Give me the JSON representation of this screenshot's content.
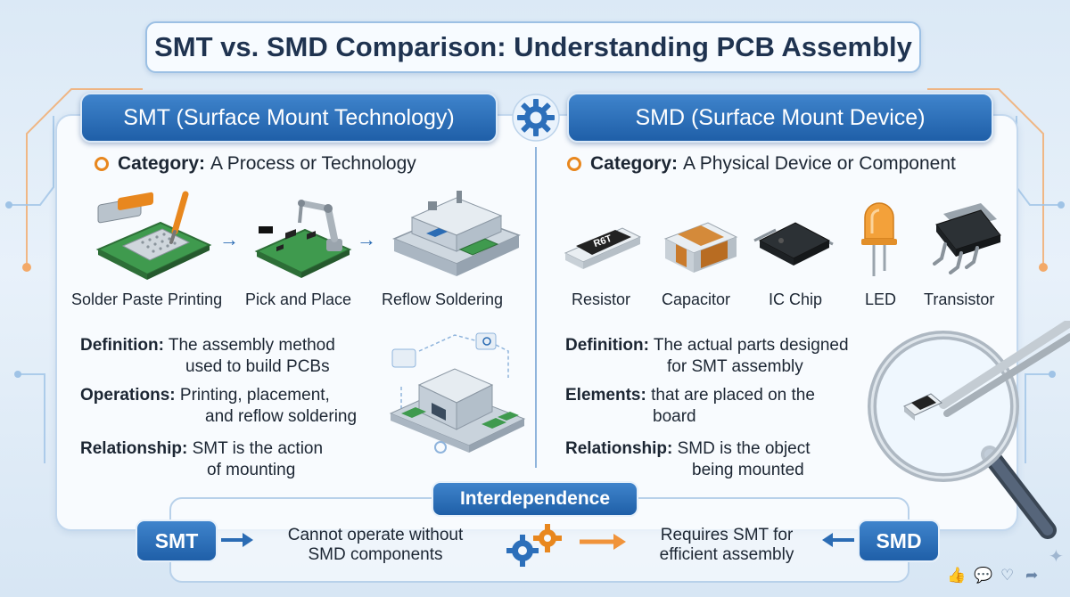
{
  "title": "SMT vs. SMD Comparison: Understanding PCB Assembly",
  "smt": {
    "header": "SMT (Surface Mount Technology)",
    "category_label": "Category:",
    "category_value": "A Process or Technology",
    "steps": [
      "Solder Paste Printing",
      "Pick and Place",
      "Reflow Soldering"
    ],
    "definition_label": "Definition:",
    "definition_line1": "The assembly method",
    "definition_line2": "used to build PCBs",
    "operations_label": "Operations:",
    "operations_line1": "Printing, placement,",
    "operations_line2": "and reflow soldering",
    "relationship_label": "Relationship:",
    "relationship_line1": "SMT is the action",
    "relationship_line2": "of mounting"
  },
  "smd": {
    "header": "SMD (Surface Mount Device)",
    "category_label": "Category:",
    "category_value": "A Physical Device or Component",
    "components": [
      "Resistor",
      "Capacitor",
      "IC Chip",
      "LED",
      "Transistor"
    ],
    "resistor_marking": "R6T",
    "definition_label": "Definition:",
    "definition_line1": "The actual parts designed",
    "definition_line2": "for SMT assembly",
    "elements_label": "Elements:",
    "elements_line1": "that are placed on the",
    "elements_line2": "board",
    "relationship_label": "Relationship:",
    "relationship_line1": "SMD is the object",
    "relationship_line2": "being mounted"
  },
  "interdependence": {
    "label": "Interdependence",
    "left_tag": "SMT",
    "right_tag": "SMD",
    "left_line1": "Cannot operate without",
    "left_line2": "SMD components",
    "right_line1": "Requires SMT for",
    "right_line2": "efficient assembly"
  },
  "colors": {
    "accent_blue": "#1f5fa8",
    "accent_orange": "#e8871e",
    "pcb_green": "#3f9a4e"
  }
}
